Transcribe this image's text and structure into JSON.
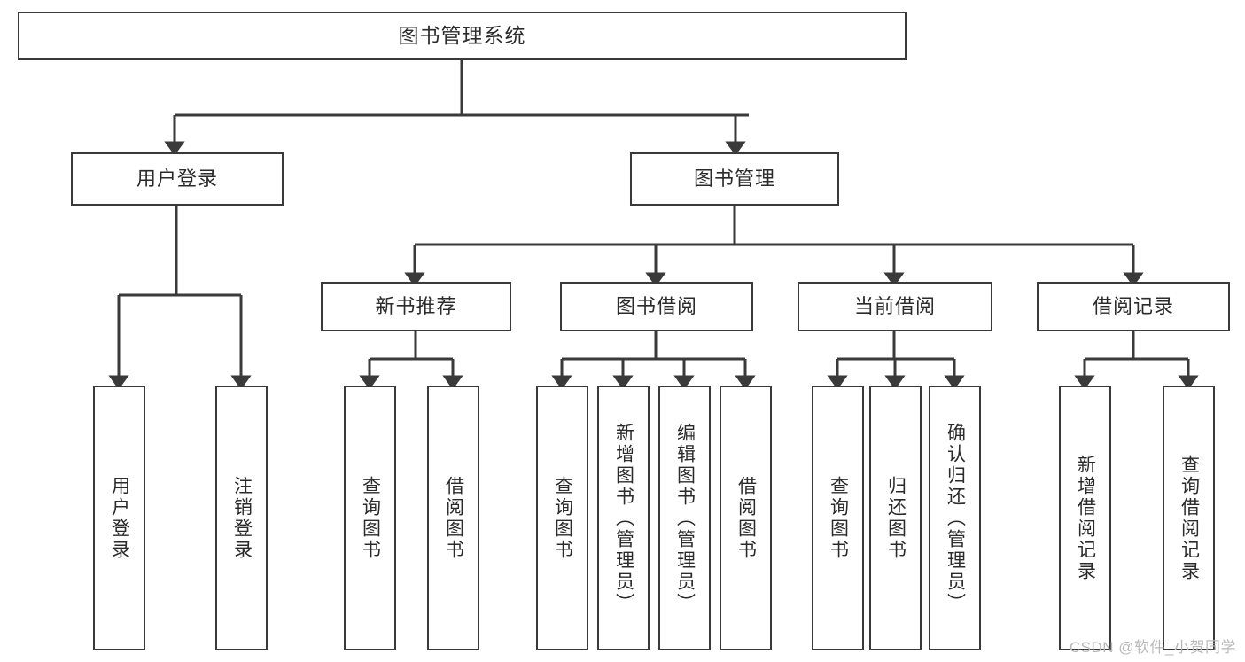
{
  "diagram": {
    "title": "图书管理系统",
    "type": "tree-hierarchy",
    "stroke_color": "#3a3a3a",
    "text_color": "#2b2b2b",
    "background": "#ffffff"
  },
  "nodes": {
    "root": {
      "label": "图书管理系统"
    },
    "level1": [
      {
        "id": "user-login",
        "label": "用户登录"
      },
      {
        "id": "book-manage",
        "label": "图书管理"
      }
    ],
    "level2": [
      {
        "id": "new-book-recommend",
        "label": "新书推荐"
      },
      {
        "id": "book-borrow",
        "label": "图书借阅"
      },
      {
        "id": "current-borrow",
        "label": "当前借阅"
      },
      {
        "id": "borrow-record",
        "label": "借阅记录"
      }
    ],
    "leaves": {
      "user-login": [
        {
          "id": "leaf-user-login",
          "label": "用户登录"
        },
        {
          "id": "leaf-logout-login",
          "label": "注销登录"
        }
      ],
      "new-book-recommend": [
        {
          "id": "leaf-query-book-1",
          "label": "查询图书"
        },
        {
          "id": "leaf-borrow-book-1",
          "label": "借阅图书"
        }
      ],
      "book-borrow": [
        {
          "id": "leaf-query-book-2",
          "label": "查询图书"
        },
        {
          "id": "leaf-add-book",
          "label": "新增图书（管理员）"
        },
        {
          "id": "leaf-edit-book",
          "label": "编辑图书（管理员）"
        },
        {
          "id": "leaf-borrow-book-2",
          "label": "借阅图书"
        }
      ],
      "current-borrow": [
        {
          "id": "leaf-query-book-3",
          "label": "查询图书"
        },
        {
          "id": "leaf-return-book",
          "label": "归还图书"
        },
        {
          "id": "leaf-confirm-return",
          "label": "确认归还（管理员）"
        }
      ],
      "borrow-record": [
        {
          "id": "leaf-add-record",
          "label": "新增借阅记录"
        },
        {
          "id": "leaf-query-record",
          "label": "查询借阅记录"
        }
      ]
    }
  },
  "watermark": {
    "text": "CSDN @软件_小贺同学"
  }
}
